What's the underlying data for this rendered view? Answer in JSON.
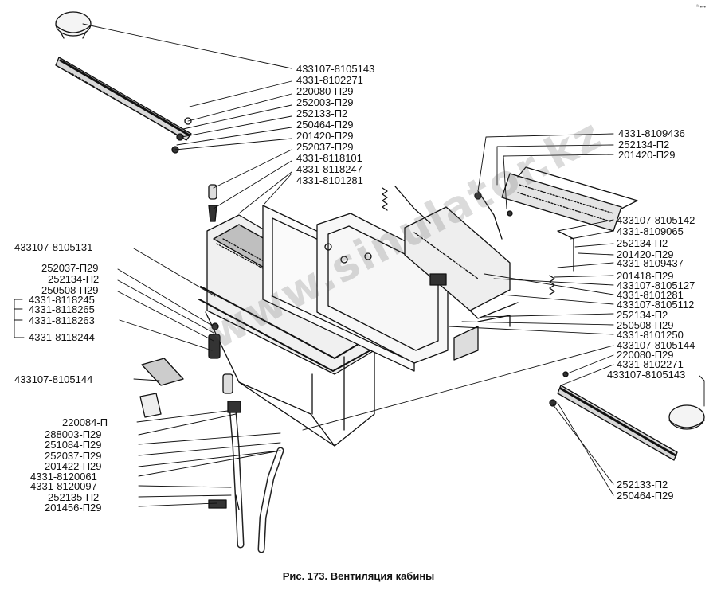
{
  "figure": {
    "caption": "Рис. 173. Вентиляция кабины",
    "watermark": "www.sinulator.kz",
    "corner_mark": "ª •••"
  },
  "labels_top_left": [
    "433107-8105143",
    "4331-8102271",
    "220080-П29",
    "252003-П29",
    "252133-П2",
    "250464-П29",
    "201420-П29",
    "252037-П29",
    "4331-8118101",
    "4331-8118247",
    "4331-8101281"
  ],
  "labels_left": [
    "433107-8105131",
    "252037-П29",
    "252134-П2",
    "250508-П29",
    "4331-8118245",
    "4331-8118265",
    "4331-8118263",
    "4331-8118244"
  ],
  "labels_bottom_left": [
    "433107-8105144",
    "220084-П",
    "288003-П29",
    "251084-П29",
    "252037-П29",
    "201422-П29",
    "4331-8120061",
    "4331-8120097",
    "252135-П2",
    "201456-П29"
  ],
  "labels_top_right": [
    "4331-8109436",
    "252134-П2",
    "201420-П29"
  ],
  "labels_right": [
    "433107-8105142",
    "4331-8109065",
    "252134-П2",
    "201420-П29",
    "4331-8109437",
    "201418-П29",
    "433107-8105127",
    "4331-8101281",
    "433107-8105112",
    "252134-П2",
    "250508-П29",
    "4331-8101250",
    "433107-8105144",
    "220080-П29",
    "4331-8102271",
    "433107-8105143"
  ],
  "labels_bottom_right": [
    "252133-П2",
    "250464-П29"
  ]
}
